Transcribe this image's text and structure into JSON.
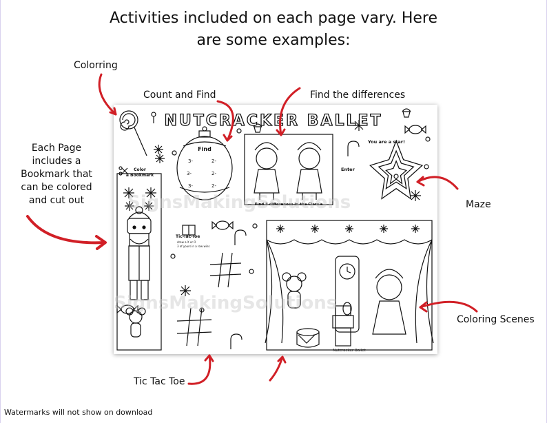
{
  "heading": {
    "line1": "Activities included on each page vary. Here",
    "line2": "are some examples:"
  },
  "callouts": {
    "coloring": "Colorring",
    "count_and_find": "Count and Find",
    "find_differences": "Find the differences",
    "bookmark": [
      "Each Page",
      "includes a",
      "Bookmark that",
      "can be colored",
      "and cut out"
    ],
    "maze": "Maze",
    "coloring_scenes": "Coloring Scenes",
    "tic_tac_toe": "Tic Tac Toe"
  },
  "footer": "Watermarks will not show on download",
  "sheet": {
    "title": "NUTCRACKER BALLET",
    "bookmark_label": [
      "Color",
      "a Bookmark"
    ],
    "find_label": "Find",
    "find_counts": [
      "3-",
      "2-",
      "3-",
      "2-",
      "3-",
      "2-"
    ],
    "differences_caption": "Find 8 differences in the Clara's",
    "maze_caption": "You are a star!",
    "maze_enter": "Enter",
    "tictactoe_title": "Tic-Tac-Toe",
    "tictactoe_sub1": "draw a  X  or  O",
    "tictactoe_sub2": "3 of yours in a row wins",
    "scene_caption": "Nutcracker Ballet",
    "watermark_1": "SignsMakingSolutions",
    "watermark_2": "SignsMakingSolutions"
  },
  "colors": {
    "arrow": "#d11f26",
    "ink": "#111111",
    "watermark": "#c8c8c8",
    "page_border": "#d9d1ee"
  }
}
